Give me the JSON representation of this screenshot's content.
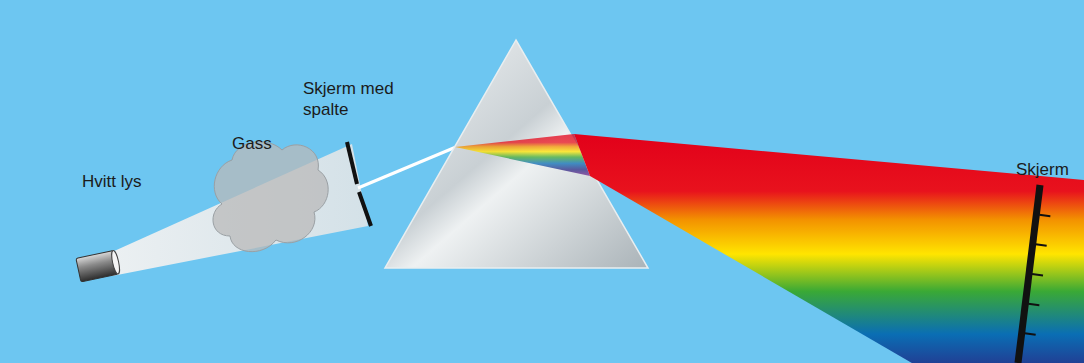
{
  "diagram": {
    "labels": [
      "Hvitt lys",
      "Gass",
      "Skjerm med spalte",
      "Skjerm"
    ]
  }
}
